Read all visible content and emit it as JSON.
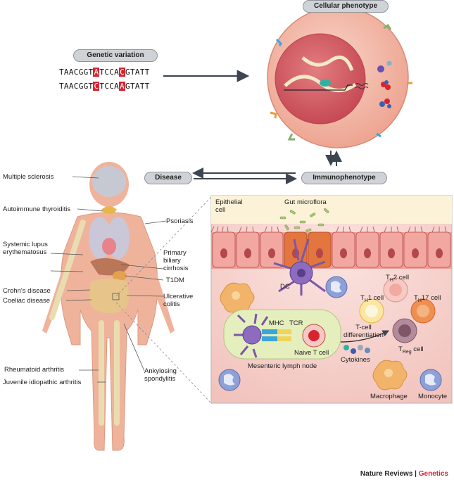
{
  "labels": {
    "genetic_variation": "Genetic variation",
    "cellular_phenotype": "Cellular phenotype",
    "disease": "Disease",
    "immunophenotype": "Immunophenotype"
  },
  "sequences": {
    "seq1_a": "TAACGGT",
    "seq1_b": "A",
    "seq1_c": "TCCA",
    "seq1_d": "C",
    "seq1_e": "GTATT",
    "seq2_a": "TAACGGT",
    "seq2_b": "C",
    "seq2_c": "TCCA",
    "seq2_d": "A",
    "seq2_e": "GTATT"
  },
  "diseases": {
    "multiple_sclerosis": "Multiple sclerosis",
    "autoimmune_thyroiditis": "Autoimmune thyroiditis",
    "psoriasis": "Psoriasis",
    "sle_1": "Systemic lupus",
    "sle_2": "erythematosus",
    "pbc_1": "Primary",
    "pbc_2": "biliary",
    "pbc_3": "cirrhosis",
    "t1dm": "T1DM",
    "crohns": "Crohn's disease",
    "coeliac": "Coeliac disease",
    "uc_1": "Ulcerative",
    "uc_2": "colitis",
    "ra": "Rheumatoid arthritis",
    "jia": "Juvenile idiopathic arthritis",
    "as_1": "Ankylosing",
    "as_2": "spondylitis"
  },
  "gut": {
    "epithelial_1": "Epithelial",
    "epithelial_2": "cell",
    "microflora": "Gut microflora",
    "dc": "DC",
    "th2_main": "T",
    "th2_sub": "H",
    "th2_rest": "2 cell",
    "th1_main": "T",
    "th1_sub": "H",
    "th1_rest": "1 cell",
    "th17_main": "T",
    "th17_sub": "H",
    "th17_rest": "17 cell",
    "treg_main": "T",
    "treg_sub": "Reg",
    "treg_rest": " cell",
    "mhc": "MHC",
    "tcr": "TCR",
    "naive_t": "Naive T cell",
    "mln": "Mesenteric lymph node",
    "tcell_diff_1": "T-cell",
    "tcell_diff_2": "differentiation",
    "cytokines": "Cytokines",
    "macrophage": "Macrophage",
    "monocyte": "Monocyte"
  },
  "footer": {
    "journal": "Nature Reviews",
    "sep": " | ",
    "section": "Genetics"
  },
  "colors": {
    "accent_red": "#d9232f",
    "cell_outer": "#f2b7a7",
    "nucleus": "#d5636a",
    "gut_bg": "#f7d6d2",
    "body_skin": "#efb39c"
  }
}
